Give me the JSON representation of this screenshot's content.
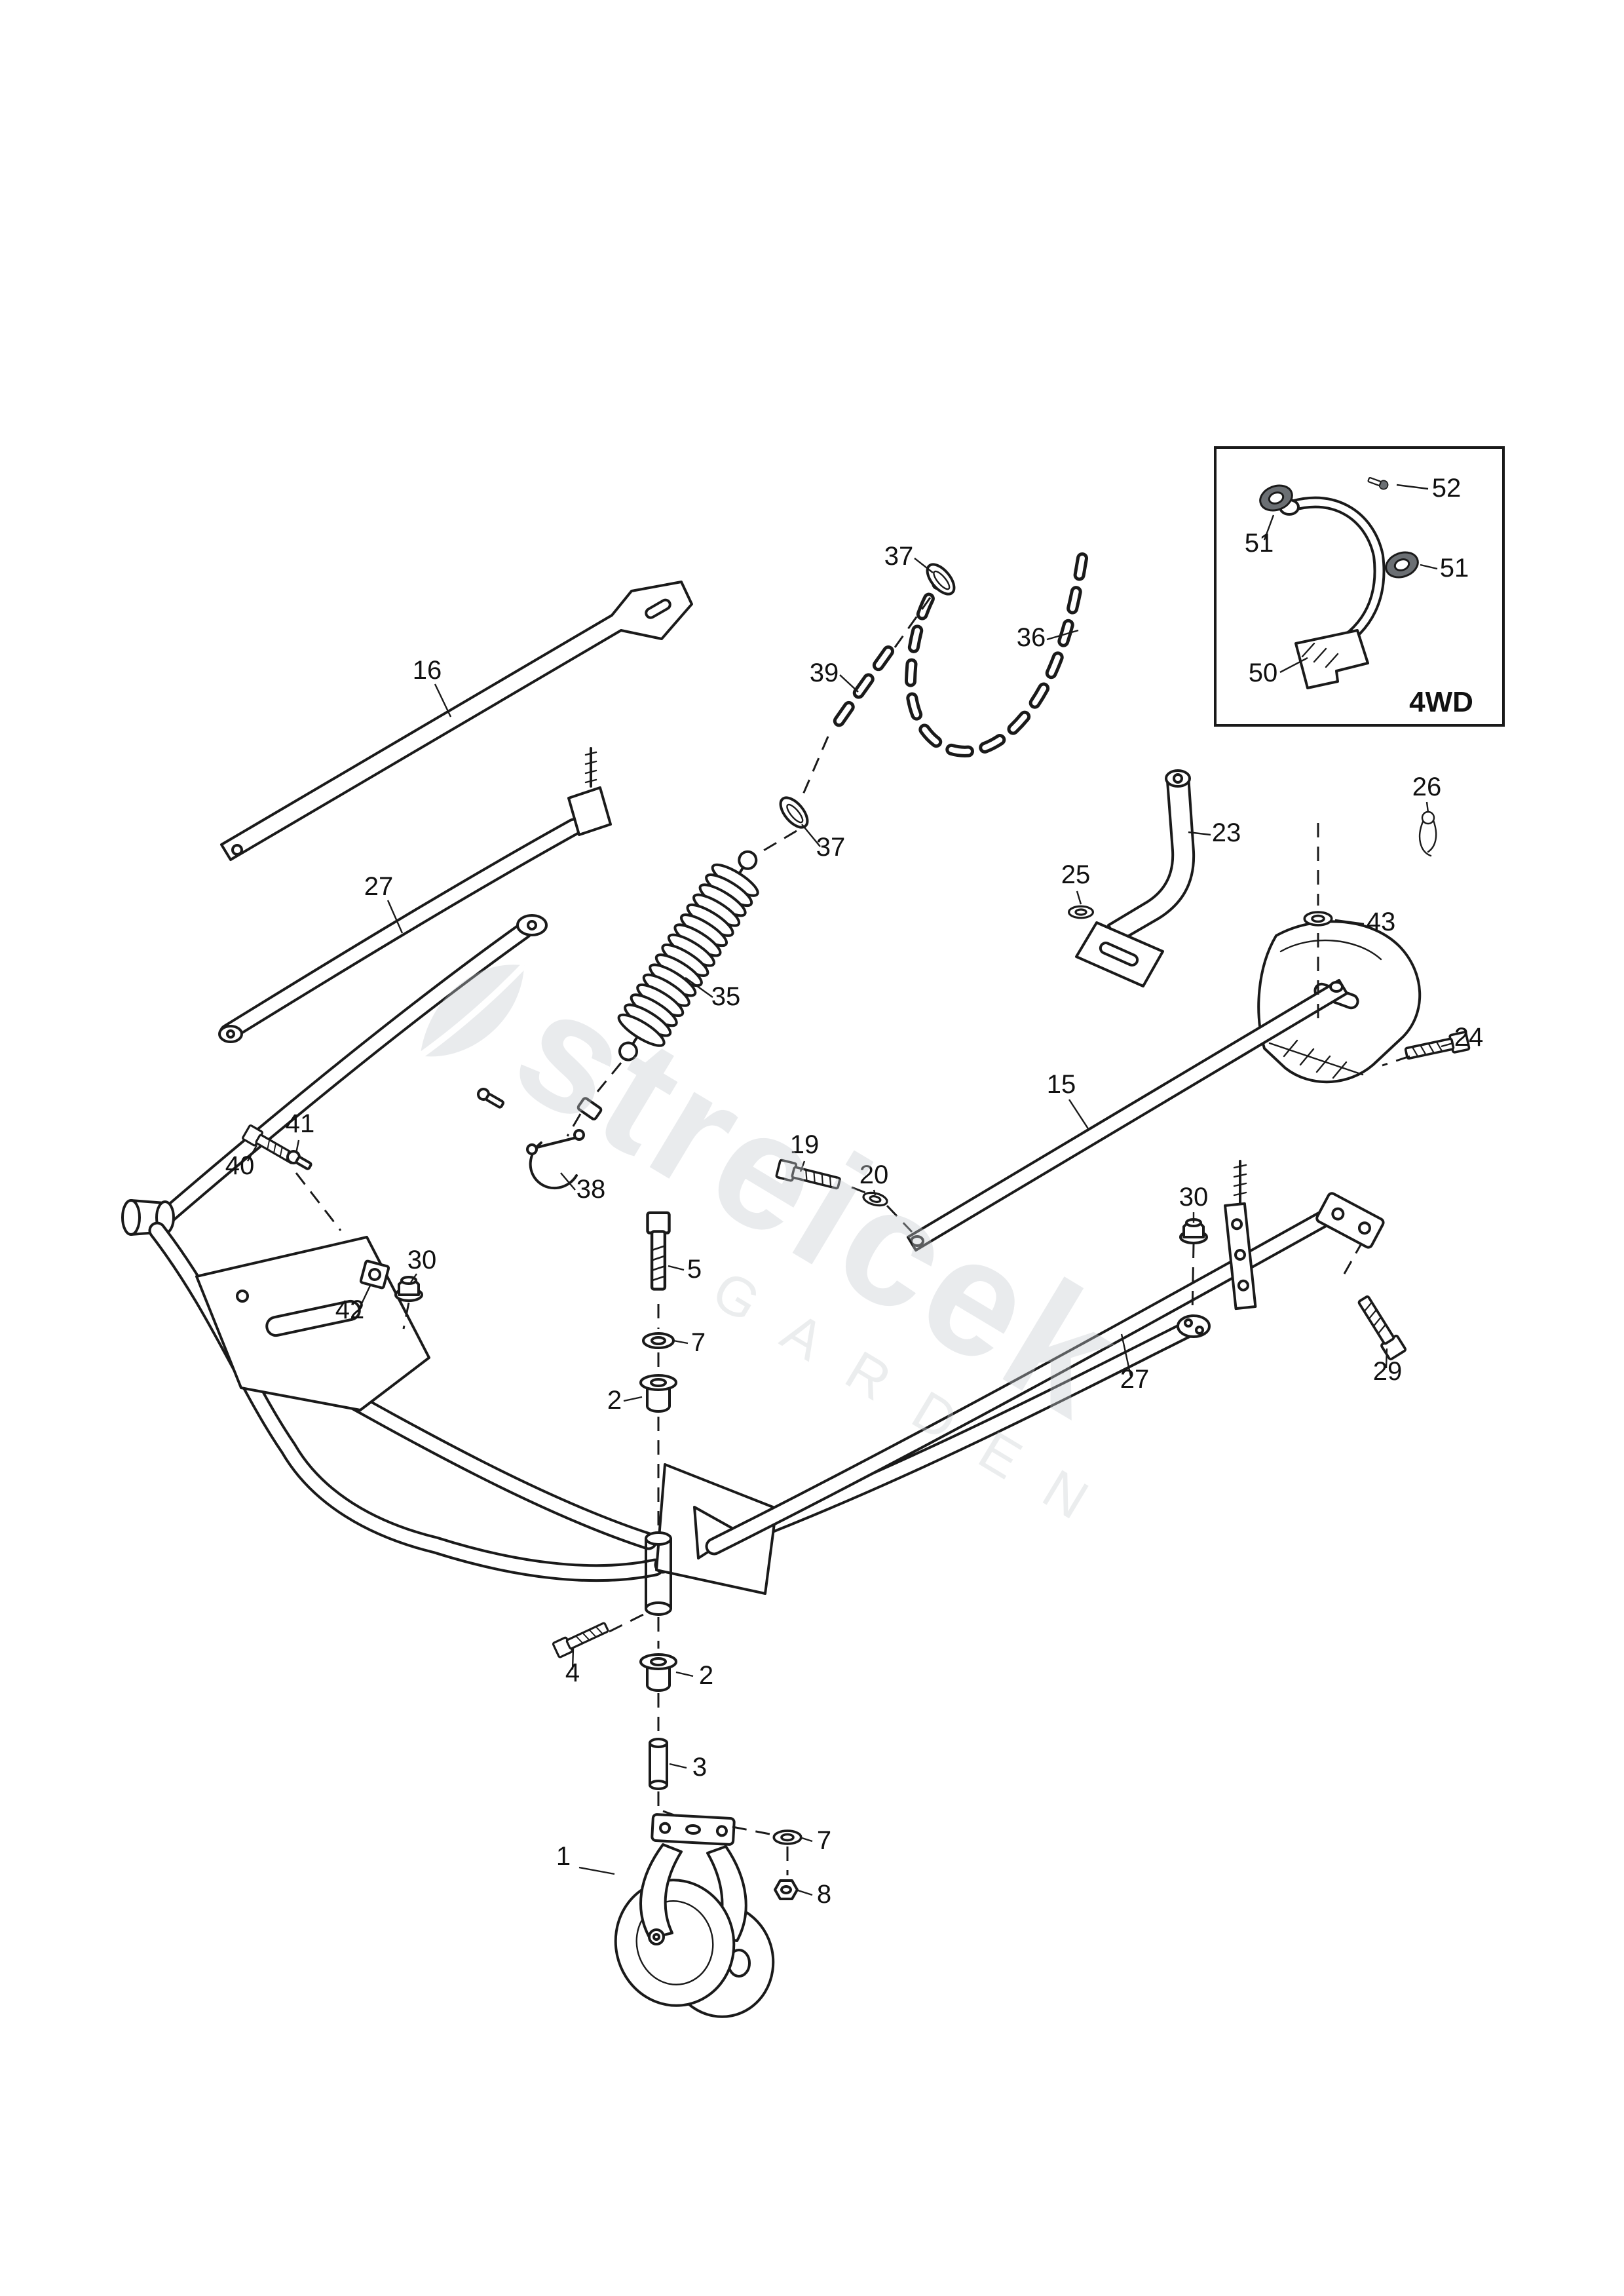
{
  "colors": {
    "line": "#1a1a1a",
    "background": "#ffffff",
    "watermark": "#c6cbd0"
  },
  "inset": {
    "label": "4WD"
  },
  "watermark": {
    "word": "streicek",
    "sub": "GARDEN"
  },
  "callouts": {
    "c52": "52",
    "c51_left": "51",
    "c51_right": "51",
    "c50": "50",
    "c4wd": "4WD",
    "c37_top": "37",
    "c36": "36",
    "c39": "39",
    "c37_mid": "37",
    "c16": "16",
    "c27_upper": "27",
    "c35": "35",
    "c23": "23",
    "c25": "25",
    "c26": "26",
    "c43": "43",
    "c24": "24",
    "c15": "15",
    "c38": "38",
    "c40": "40",
    "c41": "41",
    "c42": "42",
    "c30_left": "30",
    "c19": "19",
    "c20": "20",
    "c30_right": "30",
    "c29": "29",
    "c27_lower": "27",
    "c5": "5",
    "c7_upper": "7",
    "c2_upper": "2",
    "c4": "4",
    "c2_lower": "2",
    "c3": "3",
    "c1": "1",
    "c7_lower": "7",
    "c8": "8"
  }
}
